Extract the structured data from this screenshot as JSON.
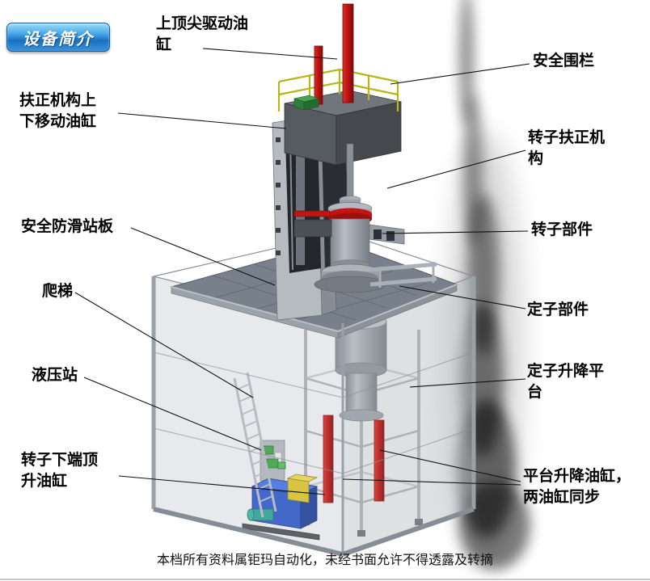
{
  "badge": {
    "label": "设备简介"
  },
  "labels": [
    {
      "id": "top-center-cylinder",
      "text": "上顶尖驱动油\n缸"
    },
    {
      "id": "safety-fence",
      "text": "安全围栏"
    },
    {
      "id": "centering-updown-cylinder",
      "text": "扶正机构上\n下移动油缸"
    },
    {
      "id": "rotor-centering-mechanism",
      "text": "转子扶正机\n构"
    },
    {
      "id": "antislip-standing-board",
      "text": "安全防滑站板"
    },
    {
      "id": "rotor-part",
      "text": "转子部件"
    },
    {
      "id": "ladder",
      "text": "爬梯"
    },
    {
      "id": "stator-part",
      "text": "定子部件"
    },
    {
      "id": "hydraulic-station",
      "text": "液压站"
    },
    {
      "id": "stator-lift-platform",
      "text": "定子升降平\n台"
    },
    {
      "id": "rotor-bottom-jack-cylinder",
      "text": "转子下端顶\n升油缸"
    },
    {
      "id": "platform-lift-cylinders",
      "text": "平台升降油缸，\n两油缸同步"
    }
  ],
  "footer": {
    "text": "本档所有资料属钜玛自动化，未经书面允许不得透露及转摘"
  },
  "colors": {
    "badge_blue": "#1a70c0",
    "cylinder_red": "#c31313",
    "railing_yellow": "#b6b616",
    "hydraulic_blue": "#2a58c8",
    "platform_gray": "#78808b"
  }
}
